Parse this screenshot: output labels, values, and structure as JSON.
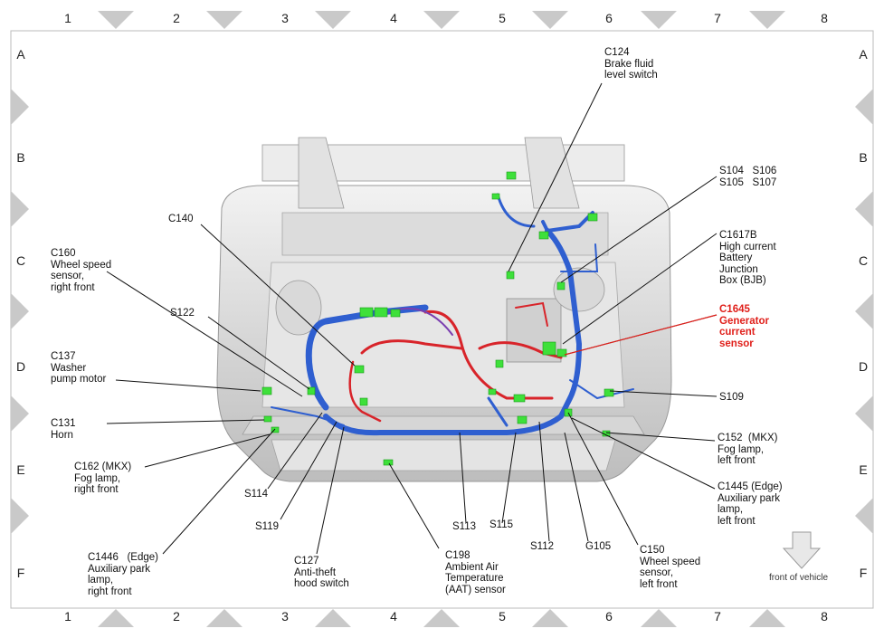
{
  "grid": {
    "columns": [
      "1",
      "2",
      "3",
      "4",
      "5",
      "6",
      "7",
      "8"
    ],
    "rows": [
      "A",
      "B",
      "C",
      "D",
      "E",
      "F"
    ]
  },
  "labels": {
    "c124": "C124\nBrake fluid\nlevel switch",
    "s104": "S104   S106\nS105   S107",
    "c1617b": "C1617B\nHigh current\nBattery\nJunction\nBox (BJB)",
    "c1645": "C1645\nGenerator\ncurrent\nsensor",
    "s109": "S109",
    "c152": "C152  (MKX)\nFog lamp,\nleft front",
    "c1445": "C1445 (Edge)\nAuxiliary park\nlamp,\nleft front",
    "c150": "C150\nWheel speed\nsensor,\nleft front",
    "g105": "G105",
    "s112": "S112",
    "s115": "S115",
    "s113": "S113",
    "c198": "C198\nAmbient Air\nTemperature\n(AAT) sensor",
    "c127": "C127\nAnti-theft\nhood switch",
    "s119": "S119",
    "s114": "S114",
    "c1446": "C1446   (Edge)\nAuxiliary park\nlamp,\nright front",
    "c162": "C162 (MKX)\nFog lamp,\nright front",
    "c131": "C131\nHorn",
    "c137": "C137\nWasher\npump motor",
    "s122": "S122",
    "c160": "C160\nWheel speed\nsensor,\nright front",
    "c140": "C140"
  },
  "front_of_vehicle": "front of vehicle",
  "colors": {
    "harness_blue": "#2f5fd0",
    "harness_red": "#d8242a",
    "connector_green": "#3ee03a",
    "highlight_red": "#e0201b",
    "vehicle_gray": "#d4d4d4"
  }
}
